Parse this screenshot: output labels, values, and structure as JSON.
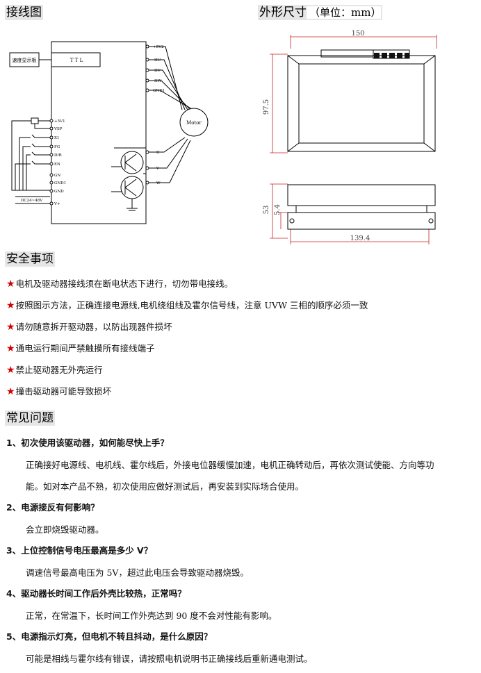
{
  "sections": {
    "wiring_title": "接线图",
    "dimension_title": "外形尺寸",
    "dimension_unit": "（单位：mm）",
    "safety_title": "安全事项",
    "faq_title": "常见问题"
  },
  "wiring": {
    "display_box": "速度显示板",
    "ttl": "T T L",
    "left_pins": [
      "+5V1",
      "VSP",
      "X1",
      "FG",
      "DIR",
      "EN",
      "GN",
      "GND1",
      "GND",
      "V+"
    ],
    "right_pins": [
      "+5V2",
      "HU",
      "HV",
      "HW",
      "GND1"
    ],
    "phase_pins": [
      "U",
      "V",
      "W"
    ],
    "motor": "Motor",
    "power": "DC24~48V"
  },
  "dimensions": {
    "width": "150",
    "height": "97.5",
    "side_height": "53",
    "side_inner": "5.4",
    "base_length": "139.4"
  },
  "safety": [
    "电机及驱动器接线须在断电状态下进行，切勿带电接线。",
    "按照图示方法，正确连接电源线,电机绕组线及霍尔信号线，注意 UVW 三相的顺序必须一致",
    "请勿随意拆开驱动器，以防出现器件损坏",
    "通电运行期间严禁触摸所有接线端子",
    "禁止驱动器无外壳运行",
    "撞击驱动器可能导致损坏"
  ],
  "faq": [
    {
      "q": "1、初次使用该驱动器，如何能尽快上手？",
      "a": "正确接好电源线、电机线、霍尔线后，外接电位器缓慢加速，电机正确转动后，再依次测试使能、方向等功",
      "a2": "能。如对本产品不熟，初次使用应做好测试后，再安装到实际场合使用。"
    },
    {
      "q": "2、电源接反有何影响？",
      "a": "会立即烧毁驱动器。"
    },
    {
      "q": "3、上位控制信号电压最高是多少 V？",
      "a": "调速信号最高电压为 5V，超过此电压会导致驱动器烧毁。"
    },
    {
      "q": "4、驱动器长时间工作后外壳比较热，正常吗？",
      "a": "正常，在常温下，长时间工作外壳达到 90 度不会对性能有影响。"
    },
    {
      "q": "5、电源指示灯亮，但电机不转且抖动，是什么原因？",
      "a": "可能是相线与霍尔线有错误，请按照电机说明书正确接线后重新通电测试。"
    }
  ]
}
